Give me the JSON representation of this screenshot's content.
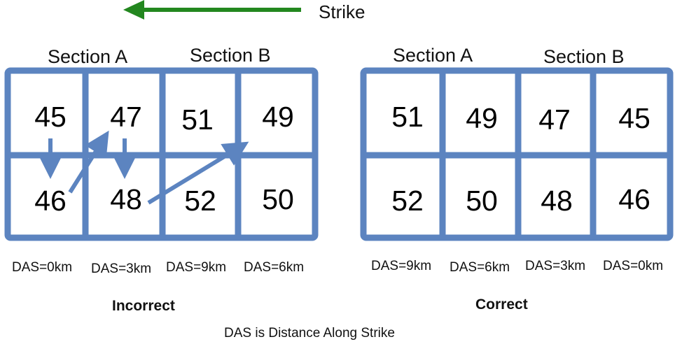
{
  "strike_label": "Strike",
  "footnote": "DAS is Distance Along Strike",
  "accent_color": "#5c84c0",
  "arrow_color": "#23871f",
  "incorrect": {
    "title": "Incorrect",
    "section_a": "Section A",
    "section_b": "Section B",
    "top_row": [
      "45",
      "47",
      "51",
      "49"
    ],
    "bottom_row": [
      "46",
      "48",
      "52",
      "50"
    ],
    "das": [
      "DAS=0km",
      "DAS=3km",
      "DAS=9km",
      "DAS=6km"
    ]
  },
  "correct": {
    "title": "Correct",
    "section_a": "Section A",
    "section_b": "Section B",
    "top_row": [
      "51",
      "49",
      "47",
      "45"
    ],
    "bottom_row": [
      "52",
      "50",
      "48",
      "46"
    ],
    "das": [
      "DAS=9km",
      "DAS=6km",
      "DAS=3km",
      "DAS=0km"
    ]
  }
}
